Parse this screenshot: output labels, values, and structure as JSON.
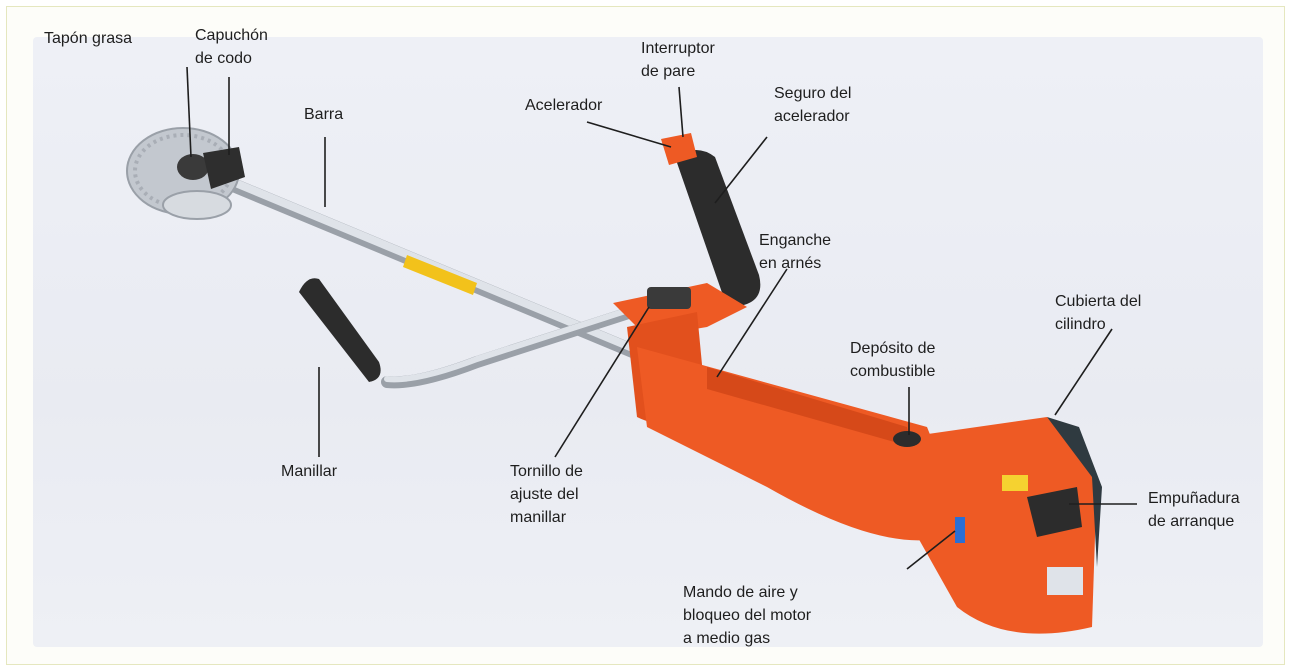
{
  "figure": {
    "labels": {
      "tapon_grasa": "Tapón grasa",
      "capuchon_codo": "Capuchón\nde codo",
      "barra": "Barra",
      "acelerador": "Acelerador",
      "interruptor_pare": "Interruptor\nde pare",
      "seguro_acelerador": "Seguro del\nacelerador",
      "enganche_arnes": "Enganche\nen arnés",
      "cubierta_cilindro": "Cubierta del\ncilindro",
      "deposito_combustible": "Depósito de\ncombustible",
      "manillar": "Manillar",
      "tornillo_ajuste": "Tornillo de\najuste del\nmanillar",
      "empunadura_arranque": "Empuñadura\nde arranque",
      "mando_aire": "Mando de aire y\nbloqueo del motor\na medio gas"
    },
    "colors": {
      "body_orange": "#ee5a24",
      "body_dark": "#b8360e",
      "grip_black": "#2c2c2c",
      "shaft_silver": "#c9ced6",
      "blade_grey": "#b9bec6",
      "leader_line": "#1e1e1e"
    }
  }
}
